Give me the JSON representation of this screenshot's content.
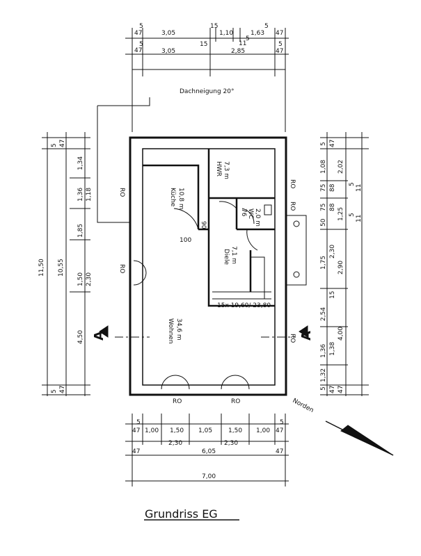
{
  "top_dims": {
    "row1": [
      "47",
      "5",
      "3,05",
      "15",
      "1,10",
      "11",
      "5",
      "1,63",
      "5",
      "47"
    ],
    "row2": [
      "47",
      "5",
      "3,05",
      "15",
      "2,85",
      "5",
      "47"
    ]
  },
  "roof_label": "Dachneigung 20°",
  "rooms": {
    "kueche": {
      "name": "Küche",
      "area": "10,8 m"
    },
    "hwr": {
      "name": "HWR",
      "area": "7,3 m"
    },
    "wc": {
      "name": "WC",
      "area": "2,0 m"
    },
    "diele": {
      "name": "Diele",
      "area": "7,1 m"
    },
    "wohnen": {
      "name": "Wohnen",
      "area": "34,6 m"
    }
  },
  "inner_dims": {
    "d100": "100",
    "d90": "90",
    "d76": "76"
  },
  "stairs": "15x 19,60/ 23,80",
  "ro": "RO",
  "section": "A",
  "left_dims": {
    "outer": "11,50",
    "mid": "10,55",
    "segments": [
      "5",
      "47",
      "1,34",
      "1,36",
      "1,18",
      "1,85",
      "1,50",
      "2,30",
      "4,50",
      "5",
      "47"
    ]
  },
  "right_dims": {
    "col1": [
      "5",
      "47",
      "1,08",
      "75",
      "75",
      "50",
      "1,75",
      "2,54",
      "1,36",
      "1,32",
      "5",
      "47"
    ],
    "col2": [
      "2,02",
      "88",
      "88",
      "1,25",
      "2,30",
      "15",
      "1,38",
      "47"
    ],
    "col3": [
      "11",
      "5",
      "11",
      "5",
      "2,90",
      "4,00"
    ]
  },
  "bottom_dims": {
    "row1": [
      "47",
      "5",
      "1,00",
      "1,50",
      "1,05",
      "1,50",
      "1,00",
      "47",
      "5"
    ],
    "row1_sub": [
      "2,30",
      "2,30"
    ],
    "row2": [
      "47",
      "6,05",
      "47"
    ],
    "row3": [
      "7,00"
    ]
  },
  "north": "Norden",
  "title": "Grundriss EG"
}
